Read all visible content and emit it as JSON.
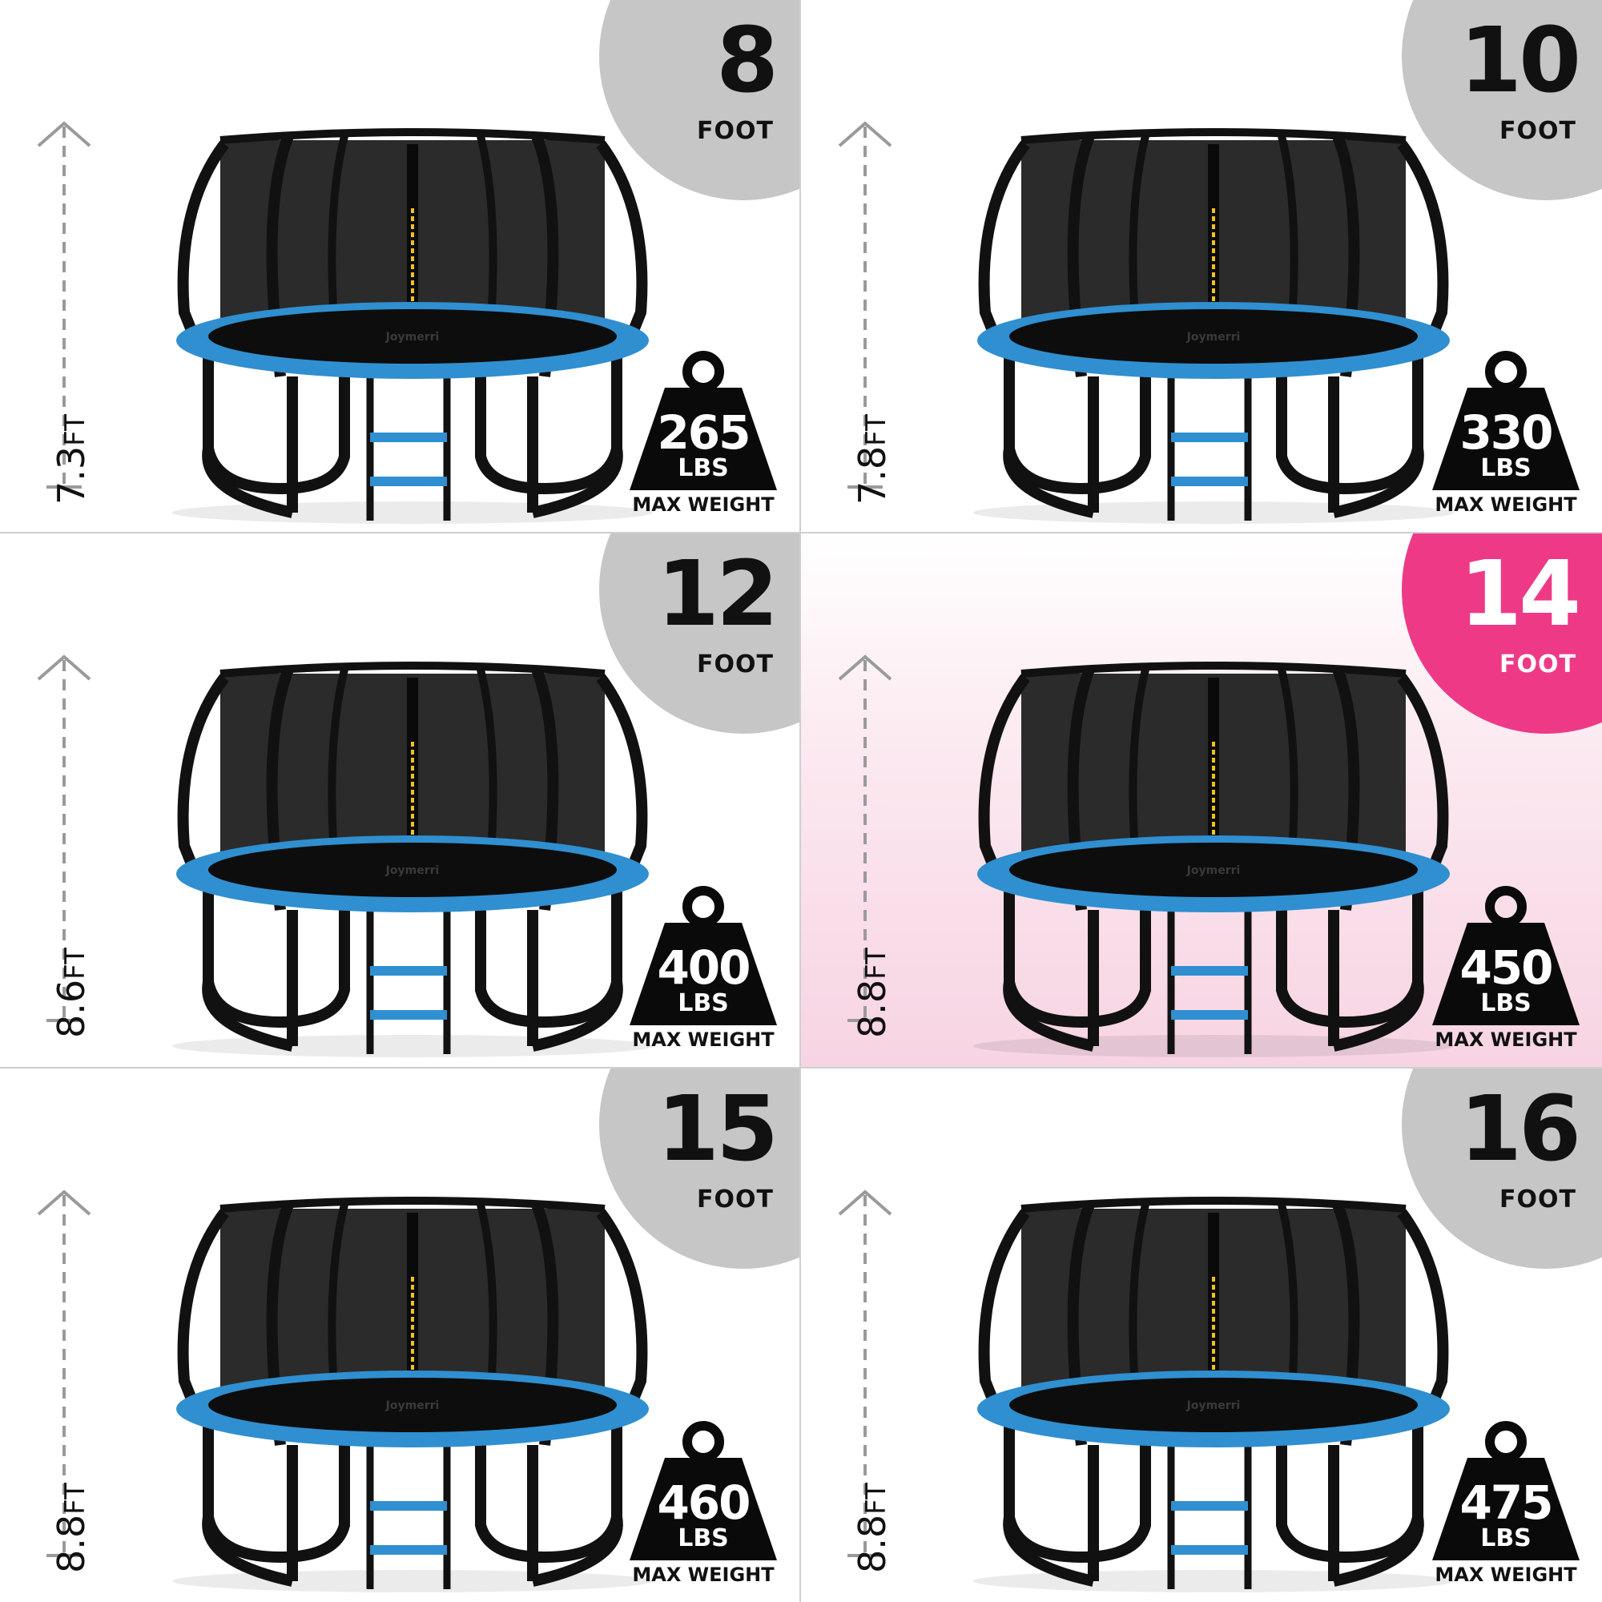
{
  "panels": [
    {
      "size": "8",
      "unit": "FOOT",
      "height_value": "7.3",
      "height_unit": "FT",
      "weight": "265",
      "weight_unit": "LBS",
      "weight_caption": "MAX WEIGHT",
      "featured": false
    },
    {
      "size": "10",
      "unit": "FOOT",
      "height_value": "7.8",
      "height_unit": "FT",
      "weight": "330",
      "weight_unit": "LBS",
      "weight_caption": "MAX WEIGHT",
      "featured": false
    },
    {
      "size": "12",
      "unit": "FOOT",
      "height_value": "8.6",
      "height_unit": "FT",
      "weight": "400",
      "weight_unit": "LBS",
      "weight_caption": "MAX WEIGHT",
      "featured": false
    },
    {
      "size": "14",
      "unit": "FOOT",
      "height_value": "8.8",
      "height_unit": "FT",
      "weight": "450",
      "weight_unit": "LBS",
      "weight_caption": "MAX WEIGHT",
      "featured": true
    },
    {
      "size": "15",
      "unit": "FOOT",
      "height_value": "8.8",
      "height_unit": "FT",
      "weight": "460",
      "weight_unit": "LBS",
      "weight_caption": "MAX WEIGHT",
      "featured": false
    },
    {
      "size": "16",
      "unit": "FOOT",
      "height_value": "8.8",
      "height_unit": "FT",
      "weight": "475",
      "weight_unit": "LBS",
      "weight_caption": "MAX WEIGHT",
      "featured": false
    }
  ],
  "brand": "Joymerri",
  "colors": {
    "corner_default": "#c6c6c6",
    "corner_featured": "#ee3a86",
    "pad_blue": "#2f8fd0",
    "frame_black": "#111111",
    "zipper_yellow": "#f2c21b"
  },
  "icons": {
    "weight": "kettlebell-weight-icon",
    "height": "up-arrow-dashed-icon"
  }
}
